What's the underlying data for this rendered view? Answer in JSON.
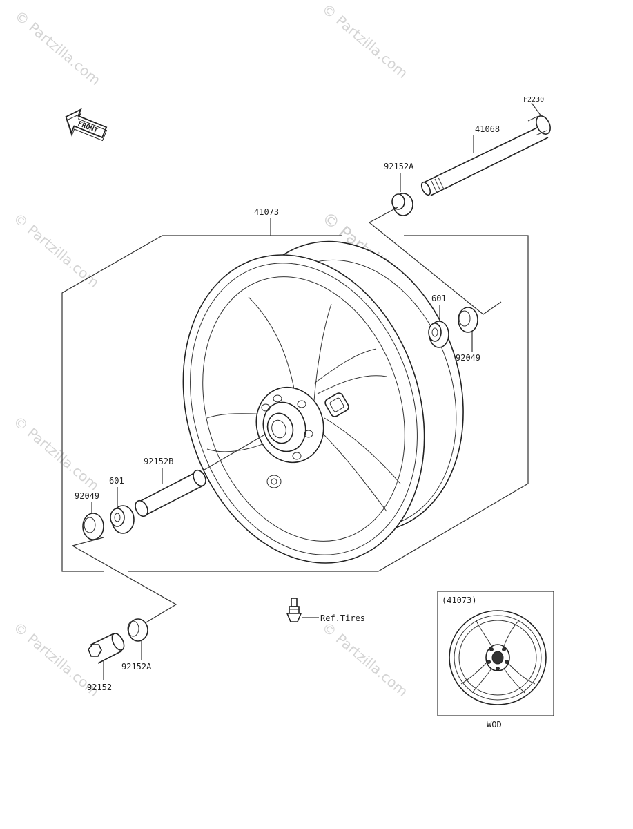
{
  "watermark": {
    "text": "© Partzilla.com"
  },
  "figure_code": "F2230",
  "front_arrow_label": "FRONT",
  "parts": {
    "axle": "41068",
    "collar_top": "92152A",
    "wheel": "41073",
    "bearing_right": "601",
    "seal_right": "92049",
    "spacer": "92152B",
    "bearing_left": "601",
    "seal_left": "92049",
    "collar_bottom": "92152",
    "collar_bottom_a": "92152A",
    "valve_ref": "Ref.Tires"
  },
  "inset": {
    "label": "(41073)",
    "caption": "WOD"
  }
}
